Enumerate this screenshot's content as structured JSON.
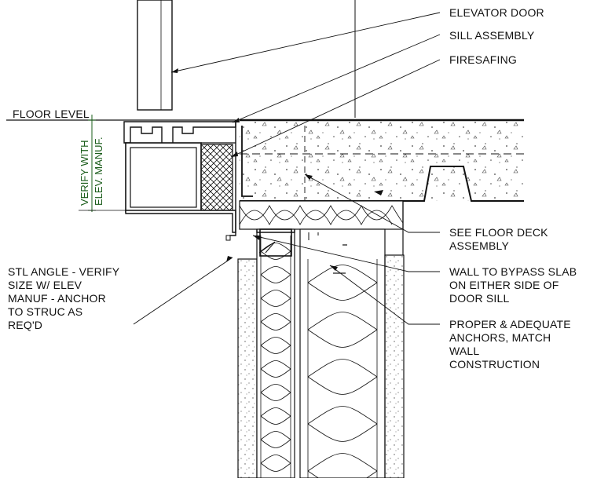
{
  "labels": {
    "elevator_door": "ELEVATOR DOOR",
    "sill_assembly": "SILL ASSEMBLY",
    "firesafing": "FIRESAFING",
    "floor_level": "FLOOR LEVEL",
    "verify_line1": "VERIFY WITH",
    "verify_line2": "ELEV. MANUF.",
    "floor_deck_1": "SEE FLOOR DECK",
    "floor_deck_2": "ASSEMBLY",
    "bypass_1": "WALL TO BYPASS SLAB",
    "bypass_2": "ON EITHER SIDE OF",
    "bypass_3": "DOOR SILL",
    "anchors_1": "PROPER & ADEQUATE",
    "anchors_2": "ANCHORS, MATCH",
    "anchors_3": "WALL",
    "anchors_4": "CONSTRUCTION",
    "angle_1": "STL ANGLE - VERIFY",
    "angle_2": "SIZE W/ ELEV",
    "angle_3": "MANUF -  ANCHOR",
    "angle_4": "TO STRUC AS",
    "angle_5": "REQ'D"
  },
  "colors": {
    "line": "#111111",
    "dimension": "#1a5c1a",
    "concrete": "#f4f4f4"
  }
}
